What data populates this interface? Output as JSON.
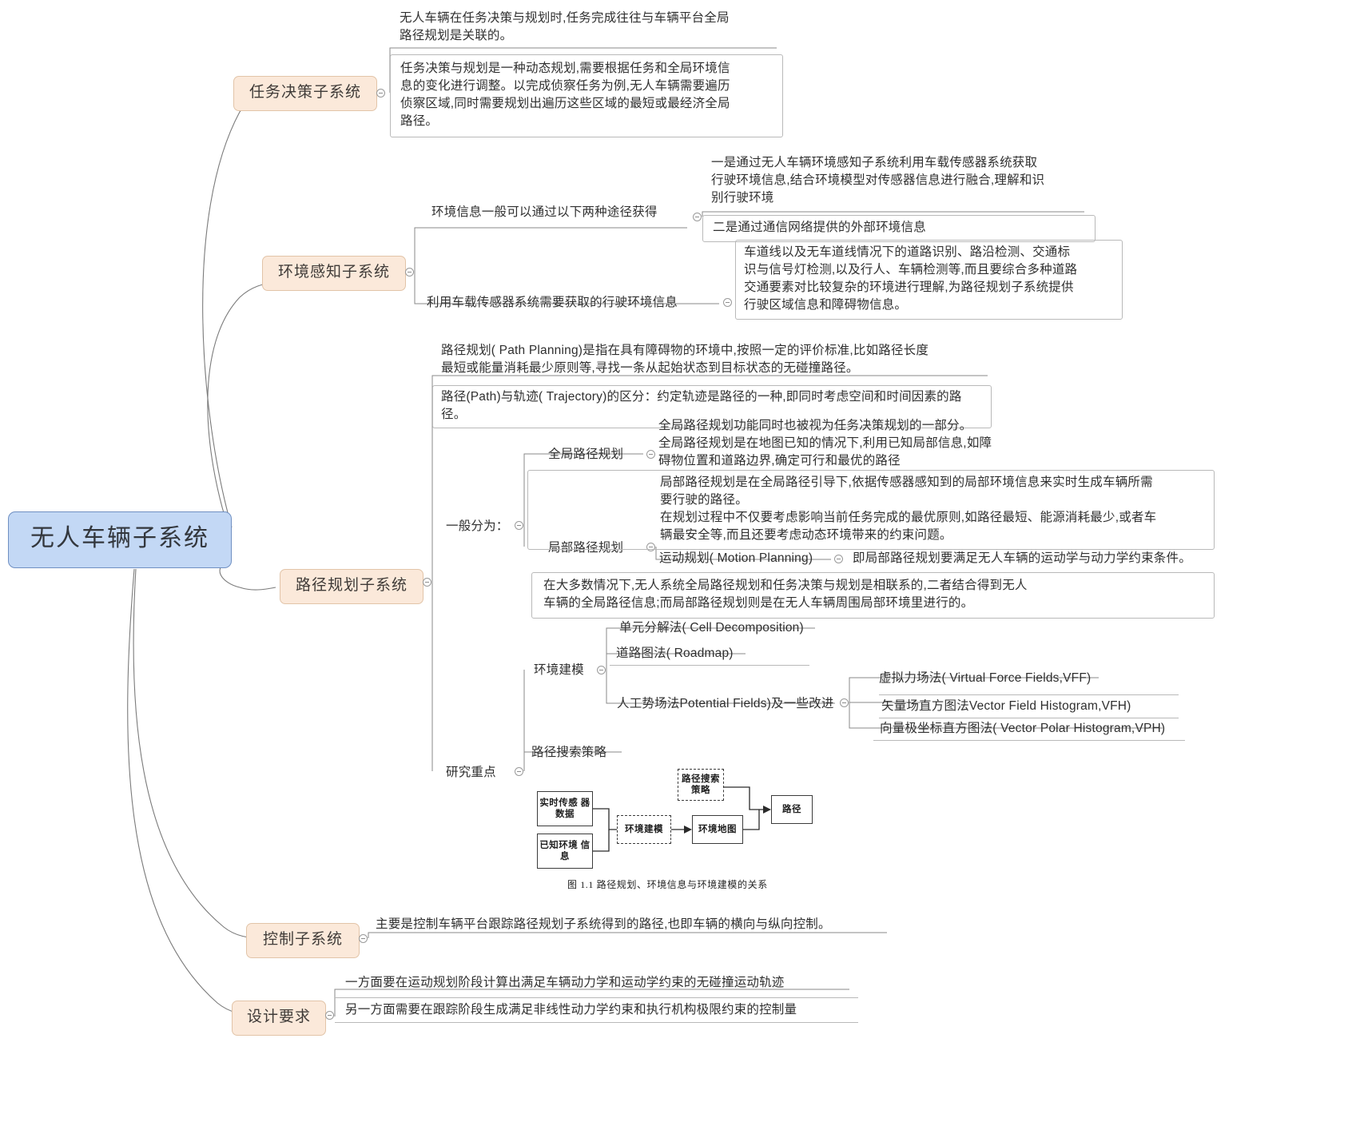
{
  "root": {
    "label": "无人车辆子系统"
  },
  "branches": {
    "task_decision": {
      "label": "任务决策子系统",
      "notes": [
        "无人车辆在任务决策与规划时,任务完成往往与车辆平台全局\n路径规划是关联的。",
        "任务决策与规划是一种动态规划,需要根据任务和全局环境信\n息的变化进行调整。以完成侦察任务为例,无人车辆需要遍历\n侦察区域,同时需要规划出遍历这些区域的最短或最经济全局\n路径。"
      ]
    },
    "perception": {
      "label": "环境感知子系统",
      "children": [
        {
          "label": "环境信息一般可以通过以下两种途径获得",
          "notes": [
            "一是通过无人车辆环境感知子系统利用车载传感器系统获取\n行驶环境信息,结合环境模型对传感器信息进行融合,理解和识\n别行驶环境",
            "二是通过通信网络提供的外部环境信息"
          ]
        },
        {
          "label": "利用车载传感器系统需要获取的行驶环境信息",
          "notes": [
            "车道线以及无车道线情况下的道路识别、路沿检测、交通标\n识与信号灯检测,以及行人、车辆检测等,而且要综合多种道路\n交通要素对比较复杂的环境进行理解,为路径规划子系统提供\n行驶区域信息和障碍物信息。"
          ]
        }
      ]
    },
    "path_planning": {
      "label": "路径规划子系统",
      "notes": [
        "路径规划( Path  Planning)是指在具有障碍物的环境中,按照一定的评价标准,比如路径长度\n最短或能量消耗最少原则等,寻找一条从起始状态到目标状态的无碰撞路径。",
        "路径(Path)与轨迹( Trajectory)的区分：约定轨迹是路径的一种,即同时考虑空间和时间因素的路径。"
      ],
      "classification": {
        "label": "一般分为：",
        "global": {
          "label": "全局路径规划",
          "note": "全局路径规划功能同时也被视为任务决策规划的一部分。\n全局路径规划是在地图已知的情况下,利用已知局部信息,如障\n碍物位置和道路边界,确定可行和最优的路径"
        },
        "local": {
          "label": "局部路径规划",
          "note": "局部路径规划是在全局路径引导下,依据传感器感知到的局部环境信息来实时生成车辆所需\n要行驶的路径。\n在规划过程中不仅要考虑影响当前任务完成的最优原则,如路径最短、能源消耗最少,或者车\n辆最安全等,而且还要考虑动态环境带来的约束问题。",
          "motion": {
            "label": "运动规划( Motion Planning)",
            "note": "即局部路径规划要满足无人车辆的运动学与动力学约束条件。"
          }
        },
        "summary": "在大多数情况下,无人系统全局路径规划和任务决策与规划是相联系的,二者结合得到无人\n车辆的全局路径信息;而局部路径规划则是在无人车辆周围局部环境里进行的。"
      },
      "research_focus": {
        "label": "研究重点",
        "env_model": {
          "label": "环境建模",
          "items": [
            {
              "label": "单元分解法( Cell Decomposition)"
            },
            {
              "label": "道路图法( Roadmap)"
            },
            {
              "label": "人工势场法Potential Fields)及一些改进",
              "subitems": [
                "虚拟力场法( Virtual Force Fields,VFF)",
                "矢量场直方图法Vector Field Histogram,VFH)",
                "向量极坐标直方图法( Vector Polar Histogram,VPH)"
              ]
            }
          ]
        },
        "search_strategy": {
          "label": "路径搜索策略",
          "figure": {
            "boxes": {
              "sensor": "实时传感\n器数据",
              "known": "已知环境\n信息",
              "env_model": "环境建模",
              "env_map": "环境地图",
              "search": "路径搜索\n策略",
              "path": "路径"
            },
            "caption": "图 1.1   路径规划、环境信息与环境建模的关系"
          }
        }
      }
    },
    "control": {
      "label": "控制子系统",
      "notes": [
        "主要是控制车辆平台跟踪路径规划子系统得到的路径,也即车辆的横向与纵向控制。"
      ]
    },
    "design_req": {
      "label": "设计要求",
      "notes": [
        "一方面要在运动规划阶段计算出满足车辆动力学和运动学约束的无碰撞运动轨迹",
        "另一方面需要在跟踪阶段生成满足非线性动力学约束和执行机构极限约束的控制量"
      ]
    }
  }
}
